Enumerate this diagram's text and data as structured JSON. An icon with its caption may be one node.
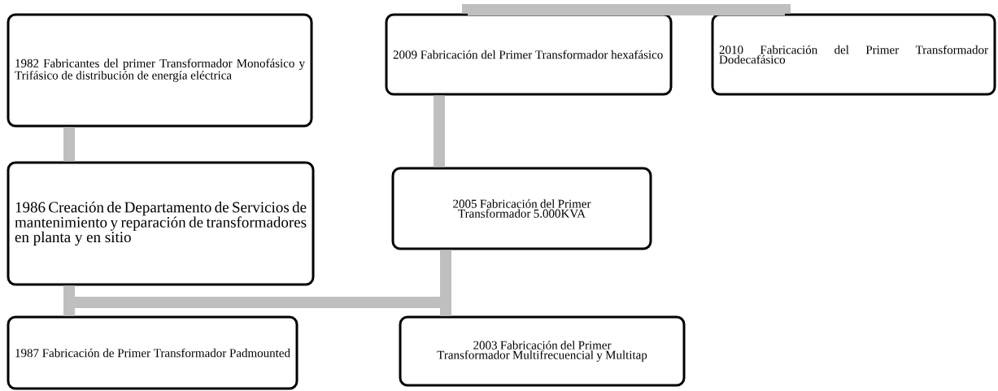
{
  "diagram": {
    "nodes": [
      {
        "text": [
          "1982 Fabricantes del primer Transformador Monofásico y Trifásico de distribución de energía eléctrica"
        ]
      },
      {
        "text": [
          "1986 Creación de Departamento de Servicios de mantenimiento y reparación de transformadores en planta y en sitio"
        ]
      },
      {
        "text": [
          "1987 Fabricación de Primer Transformador Padmounted"
        ]
      },
      {
        "text": [
          "2003 Fabricación del Primer Transformador Multifrecuencial y Multitap"
        ]
      },
      {
        "text": [
          "2005 Fabricación del Primer Transformador 5.000KVA"
        ]
      },
      {
        "text": [
          "2009 Fabricación del Primer Transformador hexafásico"
        ]
      },
      {
        "text": [
          "2010 Fabricación del Primer Transformador Dodecafásico"
        ]
      }
    ],
    "edges": [
      {
        "from": 0,
        "to": 1,
        "arrow": "none"
      },
      {
        "from": 1,
        "to": 2,
        "arrow": "none"
      },
      {
        "from": 2,
        "to": 3,
        "arrow": "none"
      },
      {
        "from": 3,
        "to": 4,
        "arrow": "none"
      },
      {
        "from": 4,
        "to": 5,
        "arrow": "none"
      },
      {
        "from": 5,
        "to": 6,
        "arrow": "none"
      }
    ]
  }
}
